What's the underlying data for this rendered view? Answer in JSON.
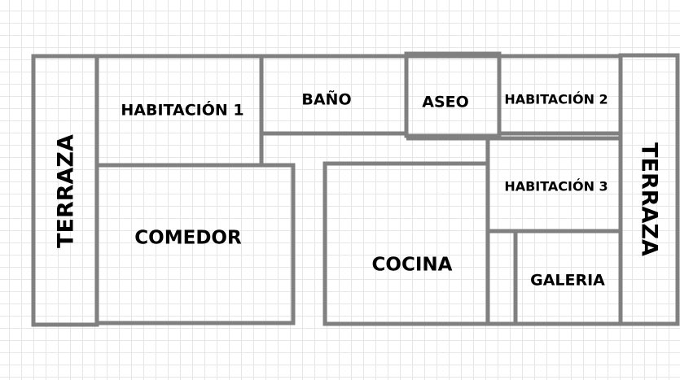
{
  "floor_plan": {
    "rooms": {
      "terraza_left": "TERRAZA",
      "habitacion_1": "HABITACIÓN 1",
      "comedor": "COMEDOR",
      "bano": "BAÑO",
      "aseo": "ASEO",
      "cocina": "COCINA",
      "habitacion_2": "HABITACIÓN 2",
      "habitacion_3": "HABITACIÓN 3",
      "galeria": "GALERIA",
      "terraza_right": "TERRAZA"
    }
  },
  "colors": {
    "wall": "#808080",
    "label": "#000000",
    "grid": "#e6e6e6"
  }
}
